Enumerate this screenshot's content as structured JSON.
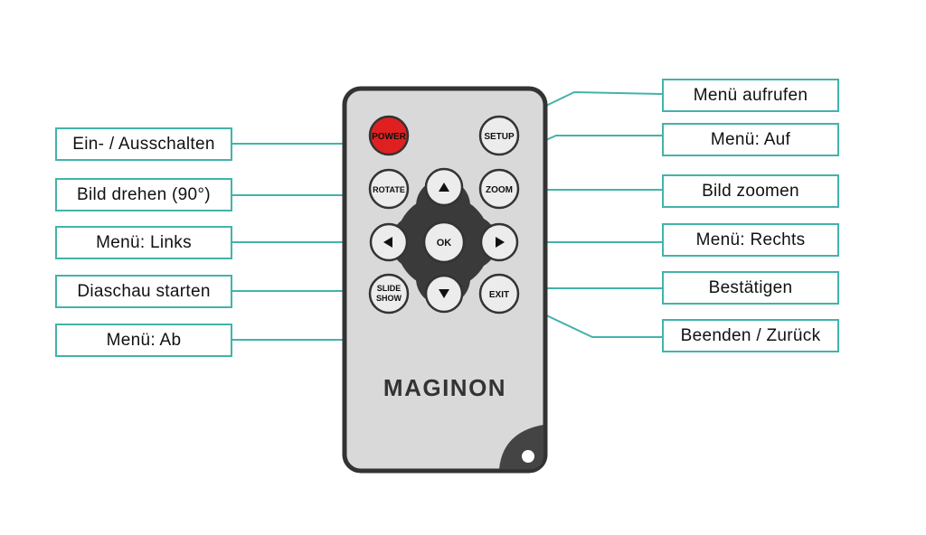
{
  "remote": {
    "brand": "MAGINON",
    "buttons": {
      "power": "POWER",
      "setup": "SETUP",
      "rotate": "ROTATE",
      "zoom": "ZOOM",
      "ok": "OK",
      "slideshow_line1": "SLIDE",
      "slideshow_line2": "SHOW",
      "exit": "EXIT",
      "up_icon": "triangle-up",
      "down_icon": "triangle-down",
      "left_icon": "triangle-left",
      "right_icon": "triangle-right"
    }
  },
  "labels": {
    "power": "Ein- / Ausschalten",
    "rotate": "Bild drehen (90°)",
    "left": "Menü: Links",
    "slideshow": "Diaschau starten",
    "down": "Menü: Ab",
    "setup": "Menü aufrufen",
    "up": "Menü: Auf",
    "zoom": "Bild zoomen",
    "right": "Menü: Rechts",
    "ok": "Bestätigen",
    "exit": "Beenden / Zurück"
  },
  "colors": {
    "callout": "#43b3aa",
    "remote_body": "#d9d9d9",
    "remote_outline": "#333333",
    "nav_pad": "#3a3a3a",
    "power_button": "#e02020"
  }
}
